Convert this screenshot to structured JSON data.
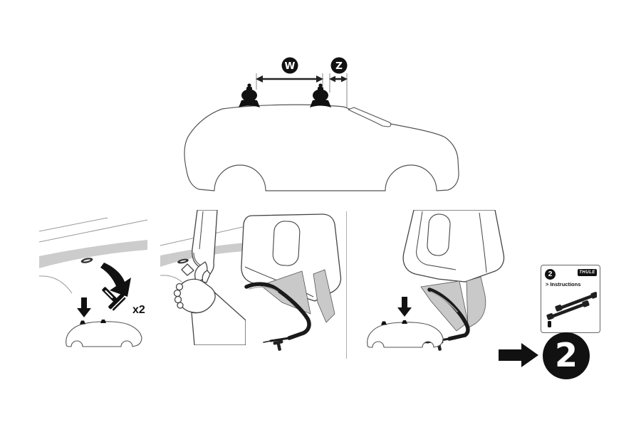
{
  "dimensions": {
    "width_label": "W",
    "spacing_label": "Z"
  },
  "step_panels": {
    "clip_quantity": "x2"
  },
  "instruction_card": {
    "step_number": "2",
    "brand": "THULE",
    "link_label": "> Instructions"
  },
  "final_badge": {
    "number": "2"
  },
  "colors": {
    "ink": "#1a1a1a",
    "outline": "#555555",
    "panel_gray": "#cccccc",
    "divider": "#adadad"
  }
}
